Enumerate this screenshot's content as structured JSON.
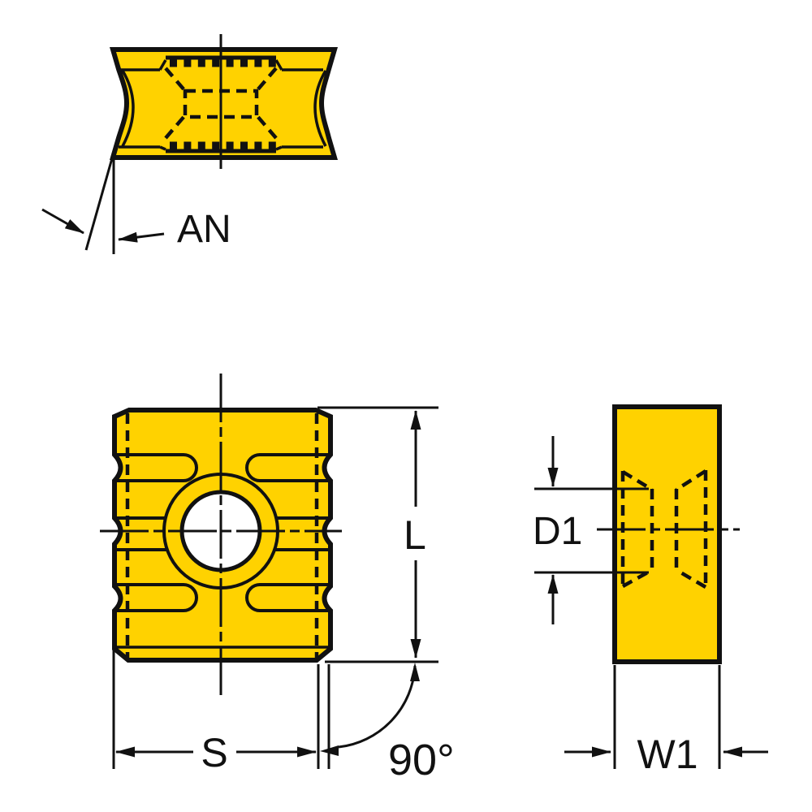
{
  "drawing": {
    "colors": {
      "insert": "#ffd200",
      "outline": "#111111",
      "hole": "#ffffff",
      "background": "#ffffff"
    },
    "side_view": {
      "dimension_labels": {
        "clearance_angle": "AN"
      }
    },
    "front_view": {
      "dimension_labels": {
        "length": "L",
        "width_s": "S",
        "corner_angle": "90°"
      }
    },
    "end_view": {
      "dimension_labels": {
        "hole_diameter": "D1",
        "thickness": "W1"
      }
    }
  }
}
